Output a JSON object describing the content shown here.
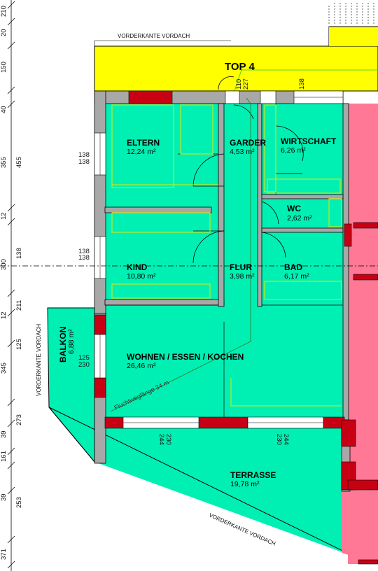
{
  "title": "TOP 4",
  "rooms": {
    "eltern": {
      "name": "ELTERN",
      "area": "12,24 m²"
    },
    "garder": {
      "name": "GARDER",
      "area": "4,53 m²"
    },
    "wirtschaft": {
      "name": "WIRTSCHAFT",
      "area": "6,26 m²"
    },
    "wc": {
      "name": "WC",
      "area": "2,62 m²"
    },
    "kind": {
      "name": "KIND",
      "area": "10,80 m²"
    },
    "flur": {
      "name": "FLUR",
      "area": "3,98 m²"
    },
    "bad": {
      "name": "BAD",
      "area": "6,17 m²"
    },
    "wohnen": {
      "name": "WOHNEN / ESSEN / KOCHEN",
      "area": "26,46 m²"
    },
    "balkon": {
      "name": "BALKON",
      "area": "6,88 m²"
    },
    "terrasse": {
      "name": "TERRASSE",
      "area": "19,78 m²"
    }
  },
  "notes": {
    "vorderkante_top": "VORDERKANTE VORDACH",
    "vorderkante_left": "VORDERKANTE VORDACH",
    "vorderkante_bottom": "VORDERKANTE VORDACH",
    "fluchtweg": "Fluchtweglänge 34 m"
  },
  "left_dims": [
    "210",
    "20",
    "150",
    "40",
    "355",
    "455",
    "12",
    "300",
    "138",
    "12",
    "211",
    "125",
    "345",
    "273",
    "39",
    "161",
    "39",
    "253",
    "371"
  ],
  "window_dims": {
    "top_a": "110",
    "top_b": "227",
    "top_c": "138",
    "eltern_a": "138",
    "eltern_b": "138",
    "kind_a": "138",
    "kind_b": "138",
    "wohnen_a": "125",
    "wohnen_b": "230",
    "bottom_a_1": "244",
    "bottom_a_2": "230",
    "bottom_b_1": "244",
    "bottom_b_2": "230"
  },
  "colors": {
    "room": "#00f0b4",
    "roof": "#ffff00",
    "wall_grey": "#a8a8a8",
    "column_red": "#c80014",
    "neighbor_pink": "#ff7896"
  }
}
